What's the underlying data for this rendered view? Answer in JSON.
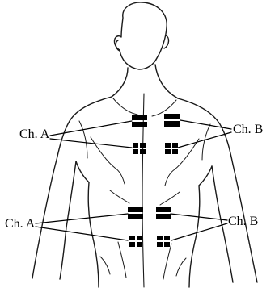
{
  "figure": {
    "subject": "Back view of male torso with electrode pad placement",
    "colors": {
      "line": "#1a1a1a",
      "pad": "#000000",
      "background": "#ffffff"
    }
  },
  "labels": {
    "upper_left": "Ch. A",
    "upper_right": "Ch. B",
    "lower_left": "Ch. A",
    "lower_right": "Ch. B"
  },
  "electrodes": {
    "upper": {
      "channel_left": "Ch. A",
      "channel_right": "Ch. B",
      "pads": [
        "rectangular",
        "rectangular",
        "grid",
        "grid"
      ]
    },
    "lower": {
      "channel_left": "Ch. A",
      "channel_right": "Ch. B",
      "pads": [
        "rectangular",
        "rectangular",
        "grid",
        "grid"
      ]
    }
  }
}
